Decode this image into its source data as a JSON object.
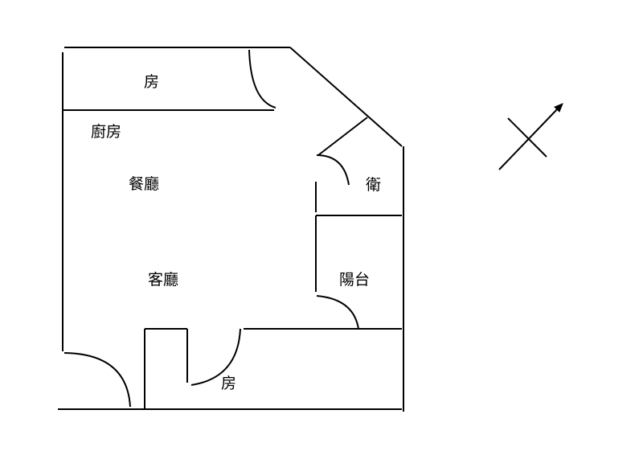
{
  "rooms": {
    "bedroom_top": "房",
    "kitchen": "廚房",
    "dining": "餐廳",
    "bathroom": "衛",
    "living": "客廳",
    "balcony": "陽台",
    "bedroom_bottom": "房"
  },
  "compass": {
    "icon": "north-arrow-icon"
  },
  "colors": {
    "line": "#000000",
    "background": "#ffffff"
  }
}
